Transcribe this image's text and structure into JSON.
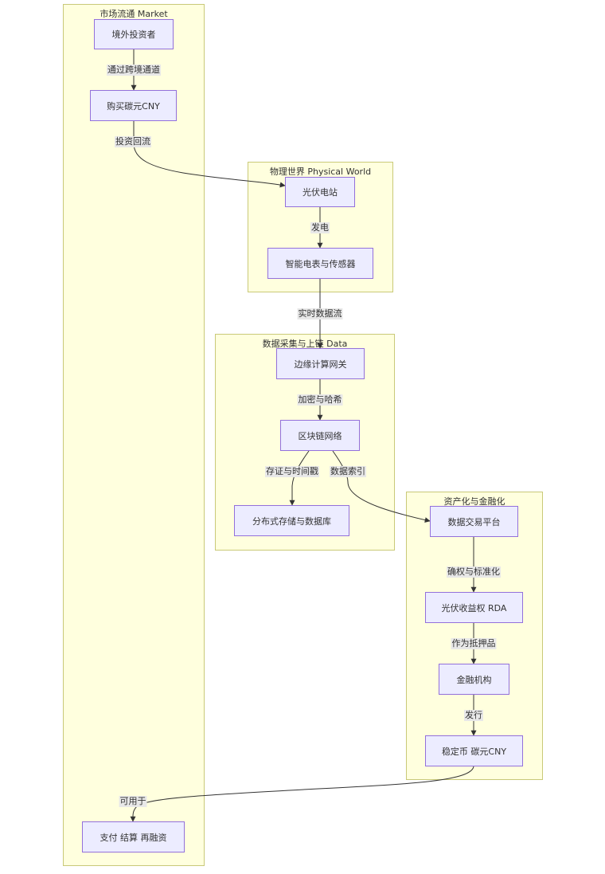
{
  "clusters": {
    "market": "市场流通 Market",
    "physical": "物理世界 Physical World",
    "data": "数据采集与上链 Data",
    "asset": "资产化与金融化"
  },
  "nodes": {
    "investor": "境外投资者",
    "buy_cny": "购买碳元CNY",
    "pv_station": "光伏电站",
    "smart_meter": "智能电表与传感器",
    "edge_gateway": "边缘计算网关",
    "blockchain": "区块链网络",
    "storage": "分布式存储与数据库",
    "exchange": "数据交易平台",
    "pv_rda": "光伏收益权 RDA",
    "financial": "金融机构",
    "stablecoin": "稳定币 碳元CNY",
    "payment": "支付 结算 再融资"
  },
  "edges": {
    "cross_border": "通过跨境通道",
    "reinvest": "投资回流",
    "generate": "发电",
    "realtime": "实时数据流",
    "encrypt": "加密与哈希",
    "evidence": "存证与时间戳",
    "index": "数据索引",
    "rights": "确权与标准化",
    "collateral": "作为抵押品",
    "issue": "发行",
    "usable": "可用于"
  }
}
